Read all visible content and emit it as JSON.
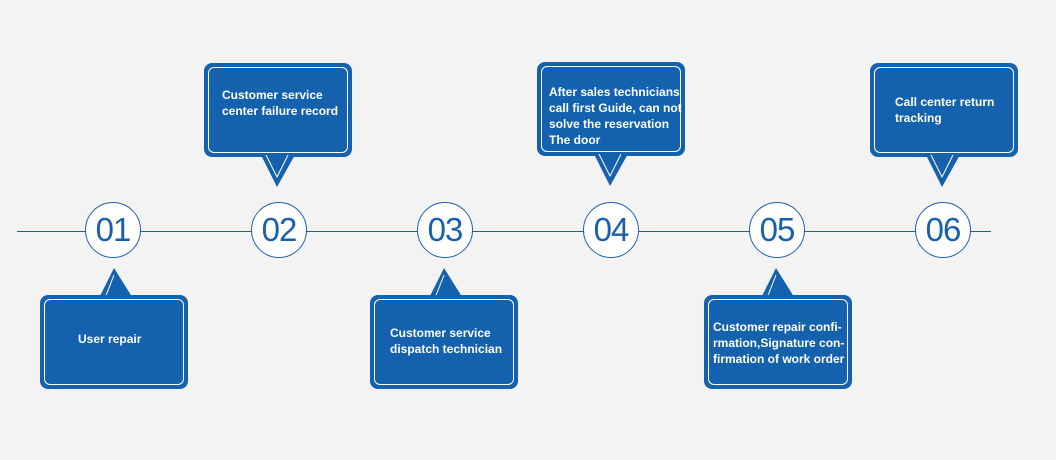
{
  "steps": [
    {
      "number": "01",
      "label": "User repair"
    },
    {
      "number": "02",
      "label": "Customer service\ncenter failure record"
    },
    {
      "number": "03",
      "label": "Customer service\ndispatch technician"
    },
    {
      "number": "04",
      "label": "After sales technicians\ncall first Guide, can not\nsolve the reservation\nThe door"
    },
    {
      "number": "05",
      "label": "Customer repair confi-\nrmation,Signature con-\nfirmation of work order"
    },
    {
      "number": "06",
      "label": "Call center return\ntracking"
    }
  ],
  "colors": {
    "primary": "#1462ad",
    "line": "#1a5fae",
    "background": "#f3f3f4"
  }
}
